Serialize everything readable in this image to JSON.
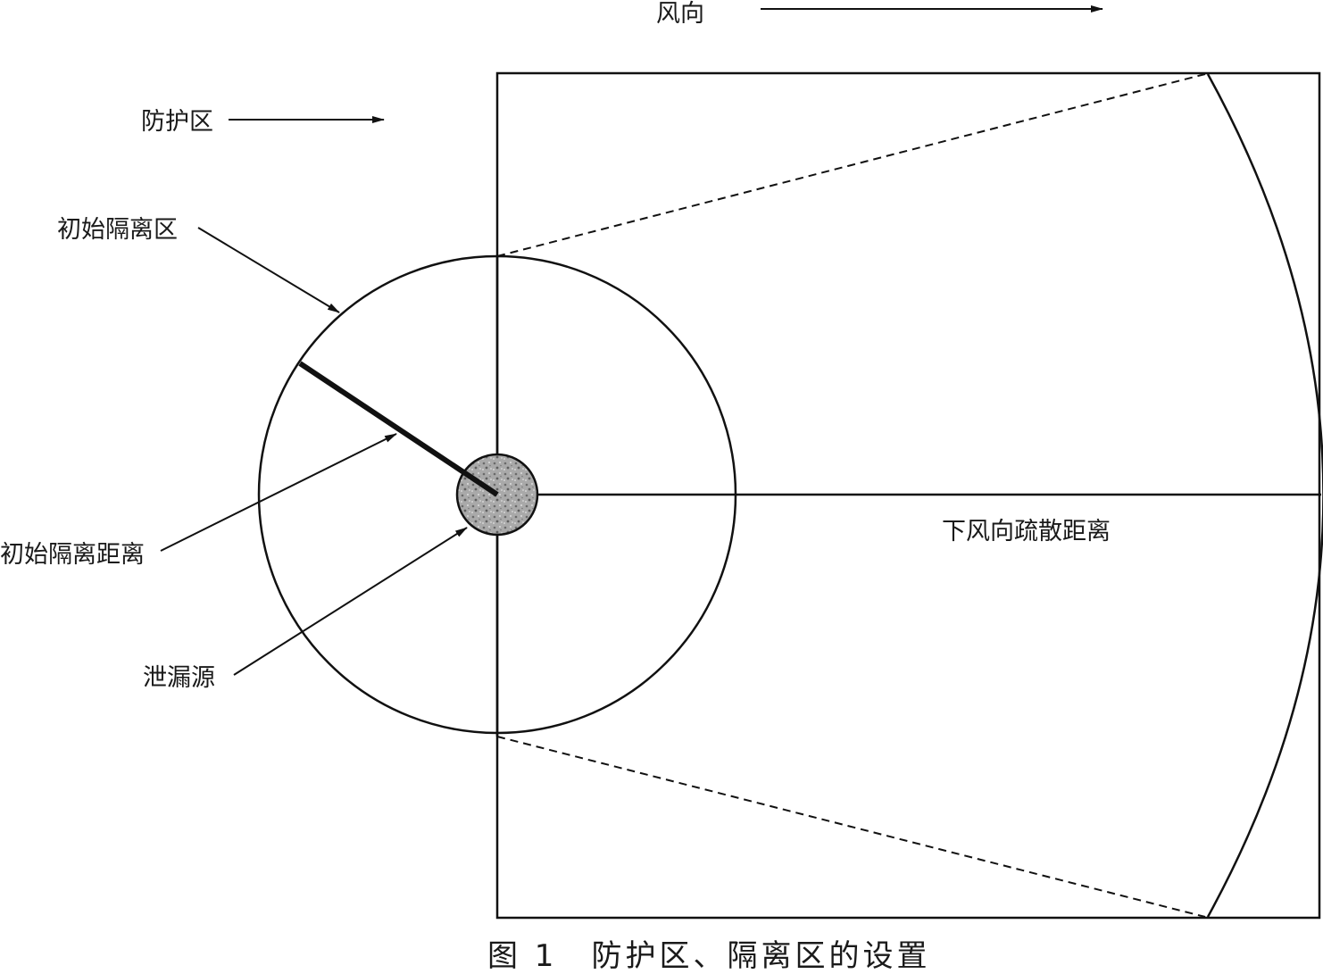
{
  "labels": {
    "wind_direction": "风向",
    "protection_zone": "防护区",
    "initial_isolation_zone": "初始隔离区",
    "initial_isolation_distance": "初始隔离距离",
    "leak_source": "泄漏源",
    "downwind_evacuation_distance": "下风向疏散距离"
  },
  "caption": "图 1　防护区、隔离区的设置"
}
